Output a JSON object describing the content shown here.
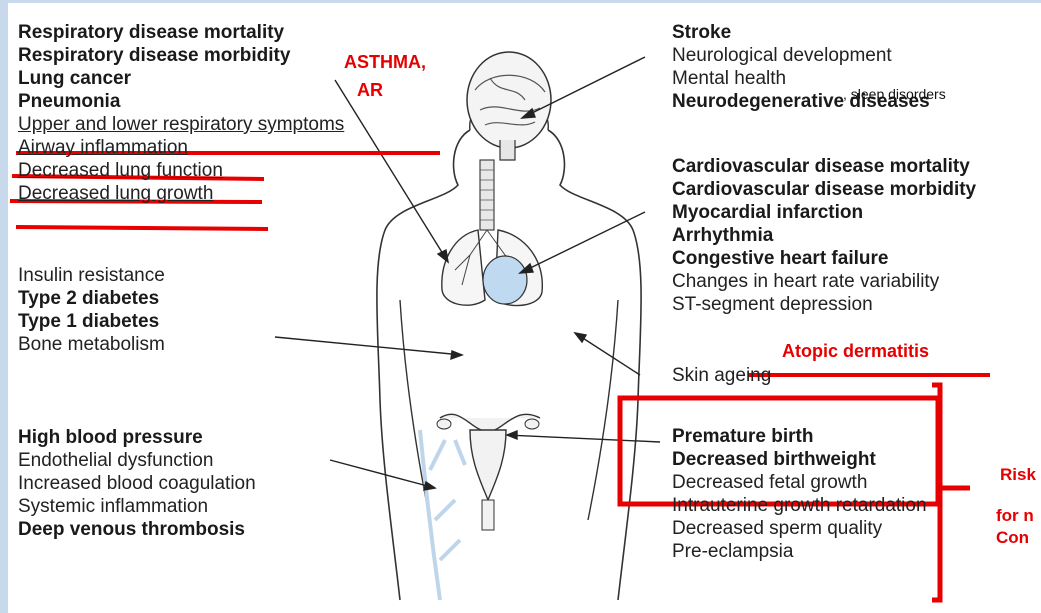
{
  "left": {
    "respiratory": [
      {
        "text": "Respiratory disease mortality",
        "bold": true,
        "underline": false
      },
      {
        "text": "Respiratory disease morbidity",
        "bold": true,
        "underline": false
      },
      {
        "text": "Lung cancer",
        "bold": true,
        "underline": false
      },
      {
        "text": "Pneumonia",
        "bold": true,
        "underline": false
      },
      {
        "text": "Upper and lower respiratory symptoms",
        "bold": false,
        "underline": true
      },
      {
        "text": "Airway inflammation",
        "bold": false,
        "underline": true
      },
      {
        "text": "Decreased lung function",
        "bold": false,
        "underline": true
      },
      {
        "text": "Decreased lung growth",
        "bold": false,
        "underline": true
      }
    ],
    "metabolic": [
      {
        "text": "Insulin resistance",
        "bold": false
      },
      {
        "text": "Type 2 diabetes",
        "bold": true
      },
      {
        "text": "Type 1 diabetes",
        "bold": true
      },
      {
        "text": "Bone metabolism",
        "bold": false
      }
    ],
    "vascular": [
      {
        "text": "High blood pressure",
        "bold": true
      },
      {
        "text": "Endothelial dysfunction",
        "bold": false
      },
      {
        "text": "Increased blood coagulation",
        "bold": false
      },
      {
        "text": "Systemic inflammation",
        "bold": false
      },
      {
        "text": "Deep venous thrombosis",
        "bold": true
      }
    ]
  },
  "right": {
    "brain": [
      {
        "text": "Stroke",
        "bold": true
      },
      {
        "text": "Neurological development",
        "bold": false
      },
      {
        "text": "Mental health",
        "bold": false
      },
      {
        "text": "Neurodegenerative diseases",
        "bold": true
      }
    ],
    "heart": [
      {
        "text": "Cardiovascular disease mortality",
        "bold": true
      },
      {
        "text": "Cardiovascular disease morbidity",
        "bold": true
      },
      {
        "text": "Myocardial infarction",
        "bold": true
      },
      {
        "text": "Arrhythmia",
        "bold": true
      },
      {
        "text": "Congestive heart failure",
        "bold": true
      },
      {
        "text": "Changes in heart rate variability",
        "bold": false
      },
      {
        "text": "ST-segment depression",
        "bold": false
      }
    ],
    "skin": [
      {
        "text": "Skin ageing",
        "bold": false
      }
    ],
    "reproductive": [
      {
        "text": "Premature birth",
        "bold": true
      },
      {
        "text": "Decreased birthweight",
        "bold": true
      },
      {
        "text": "Decreased fetal growth",
        "bold": false
      },
      {
        "text": "Intrauterine growth retardation",
        "bold": false
      },
      {
        "text": "Decreased sperm quality",
        "bold": false
      },
      {
        "text": "Pre-eclampsia",
        "bold": false
      }
    ]
  },
  "annotations": {
    "asthma": "ASTHMA,",
    "ar": "AR",
    "sleep": ", sleep disorders",
    "atopic": "Atopic dermatitis",
    "risk_1": "Risk",
    "risk_2": "for n",
    "risk_3": "Con",
    "color": "#e60000"
  }
}
